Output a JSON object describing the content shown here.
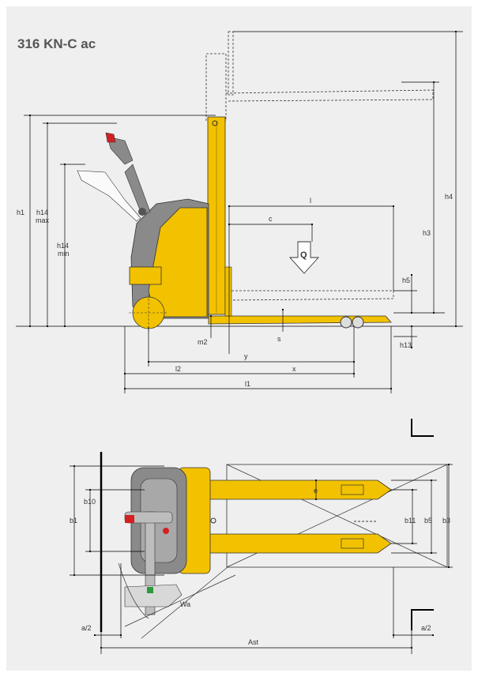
{
  "title": "316 KN-C ac",
  "colors": {
    "background": "#efefef",
    "truck_yellow": "#f2c200",
    "truck_grey": "#8a8a8a",
    "dimension_line": "#000000",
    "handle_red": "#d42020",
    "handle_green": "#2a9a3a"
  },
  "load_symbol": "Q",
  "side_view_labels": {
    "h1": "h1",
    "h14_max": [
      "h14",
      "max"
    ],
    "h14_min": [
      "h14",
      "min"
    ],
    "h4": "h4",
    "h3": "h3",
    "h5": "h5",
    "h13": "h13",
    "l": "l",
    "c": "c",
    "m2": "m2",
    "s": "s",
    "y": "y",
    "l2": "l2",
    "x": "x",
    "l1": "l1"
  },
  "top_view_labels": {
    "b1": "b1",
    "b10": "b10",
    "e": "e",
    "b11": "b11",
    "b5": "b5",
    "b3": "b3",
    "wa": "Wa",
    "a2_left": "a/2",
    "a2_right": "a/2",
    "ast": "Ast"
  }
}
